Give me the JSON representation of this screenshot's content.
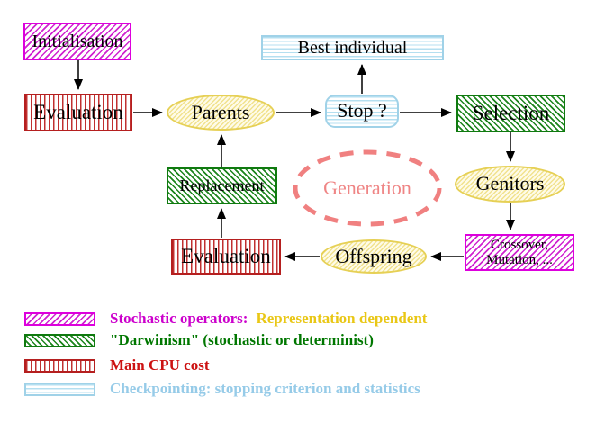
{
  "diagram": {
    "title_implicit": "Evolutionary algorithm generation loop",
    "nodes": {
      "initialisation": {
        "label": "Initialisation"
      },
      "evaluation_top": {
        "label": "Evaluation"
      },
      "parents": {
        "label": "Parents"
      },
      "stop": {
        "label": "Stop ?"
      },
      "best_individual": {
        "label": "Best individual"
      },
      "selection": {
        "label": "Selection"
      },
      "genitors": {
        "label": "Genitors"
      },
      "crossover_mutation": {
        "line1": "Crossover,",
        "line2": "Mutation, ..."
      },
      "offspring": {
        "label": "Offspring"
      },
      "evaluation_bottom": {
        "label": "Evaluation"
      },
      "replacement": {
        "label": "Replacement"
      },
      "generation": {
        "label": "Generation"
      }
    },
    "legend": {
      "items": [
        {
          "swatch": "magenta-diagonal-hatch",
          "label": "Stochastic operators:",
          "label2": "Representation dependent",
          "color": "#cc00cc",
          "color2": "#e9c716"
        },
        {
          "swatch": "green-diagonal-hatch",
          "label": "\"Darwinism\" (stochastic or determinist)",
          "color": "#007700"
        },
        {
          "swatch": "red-vertical-stripes",
          "label": "Main CPU cost",
          "color": "#cc1111"
        },
        {
          "swatch": "cyan-horizontal-stripes",
          "label": "Checkpointing: stopping criterion and statistics",
          "color": "#96cbe8"
        }
      ]
    },
    "palette": {
      "magenta": "#dd00dd",
      "green": "#0f7a0f",
      "red": "#b51f1f",
      "cyan_light": "#a0d2e8",
      "yellow_border": "#e6d055",
      "yellow_fill": "#f1e28e",
      "salmon_dashed": "#f08080",
      "arrow_black": "#000000",
      "background": "#ffffff"
    }
  }
}
